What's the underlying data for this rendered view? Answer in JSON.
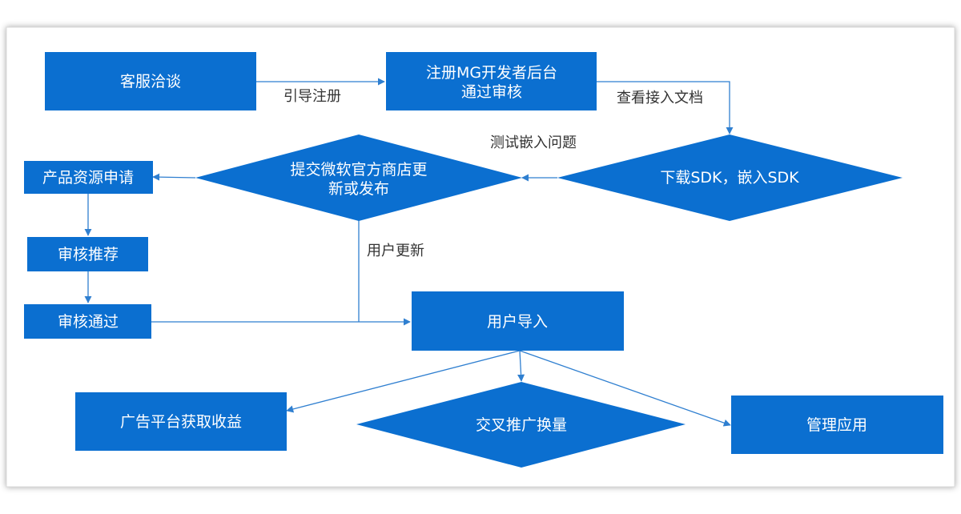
{
  "colors": {
    "node_fill": "#0b6fd0",
    "edge": "#2f7fd0",
    "label_text": "#333333",
    "node_text": "#ffffff"
  },
  "nodes": {
    "kefu": "客服洽谈",
    "register_line1": "注册MG开发者后台",
    "register_line2": "通过审核",
    "download_sdk": "下载SDK，嵌入SDK",
    "submit_line1": "提交微软官方商店更",
    "submit_line2": "新或发布",
    "apply_resource": "产品资源申请",
    "review_recommend": "审核推荐",
    "review_pass": "审核通过",
    "user_import": "用户导入",
    "ad_revenue": "广告平台获取收益",
    "cross_promo": "交叉推广换量",
    "manage_app": "管理应用"
  },
  "edge_labels": {
    "guide_register": "引导注册",
    "view_docs": "查看接入文档",
    "test_issues": "测试嵌入问题",
    "user_update": "用户更新"
  }
}
